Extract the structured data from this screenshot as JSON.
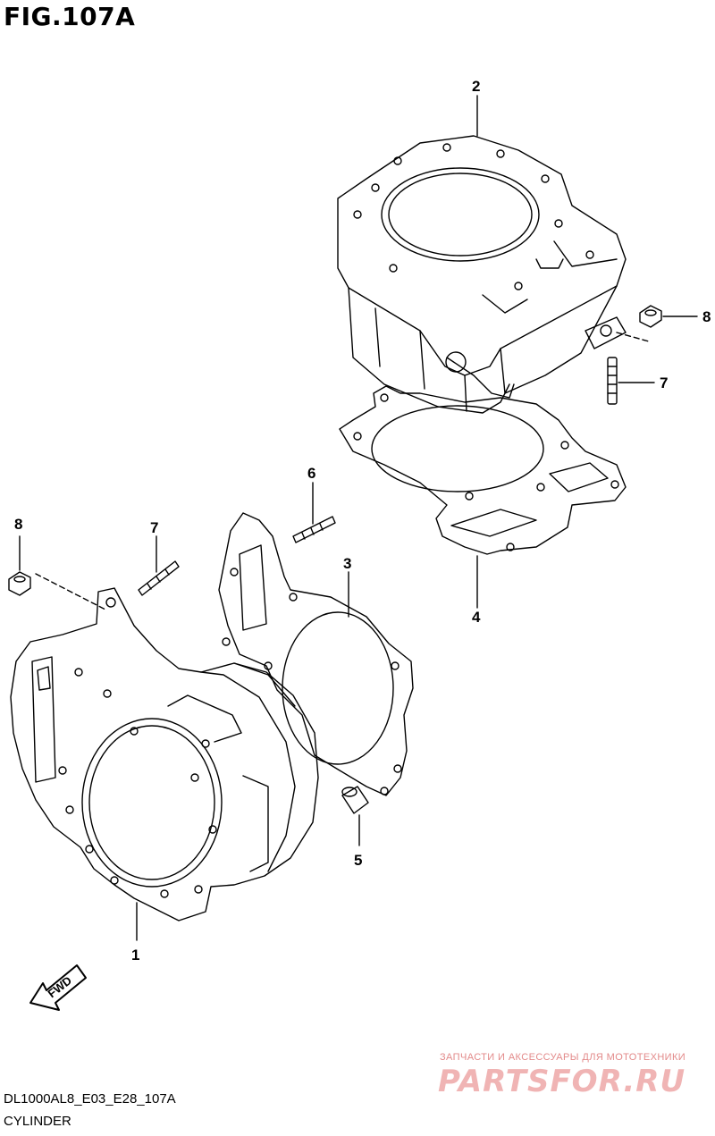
{
  "figure": {
    "title": "FIG.107A"
  },
  "labels": {
    "p1": "1",
    "p2": "2",
    "p3": "3",
    "p4": "4",
    "p5": "5",
    "p6": "6",
    "p7a": "7",
    "p7b": "7",
    "p8a": "8",
    "p8b": "8"
  },
  "fwd_marker": "FWD",
  "footer": {
    "code": "DL1000AL8_E03_E28_107A",
    "name": "CYLINDER"
  },
  "watermark": {
    "tagline": "ЗАПЧАСТИ И АКСЕССУАРЫ ДЛЯ МОТОТЕХНИКИ",
    "brand": "PARTSFOR.RU"
  }
}
